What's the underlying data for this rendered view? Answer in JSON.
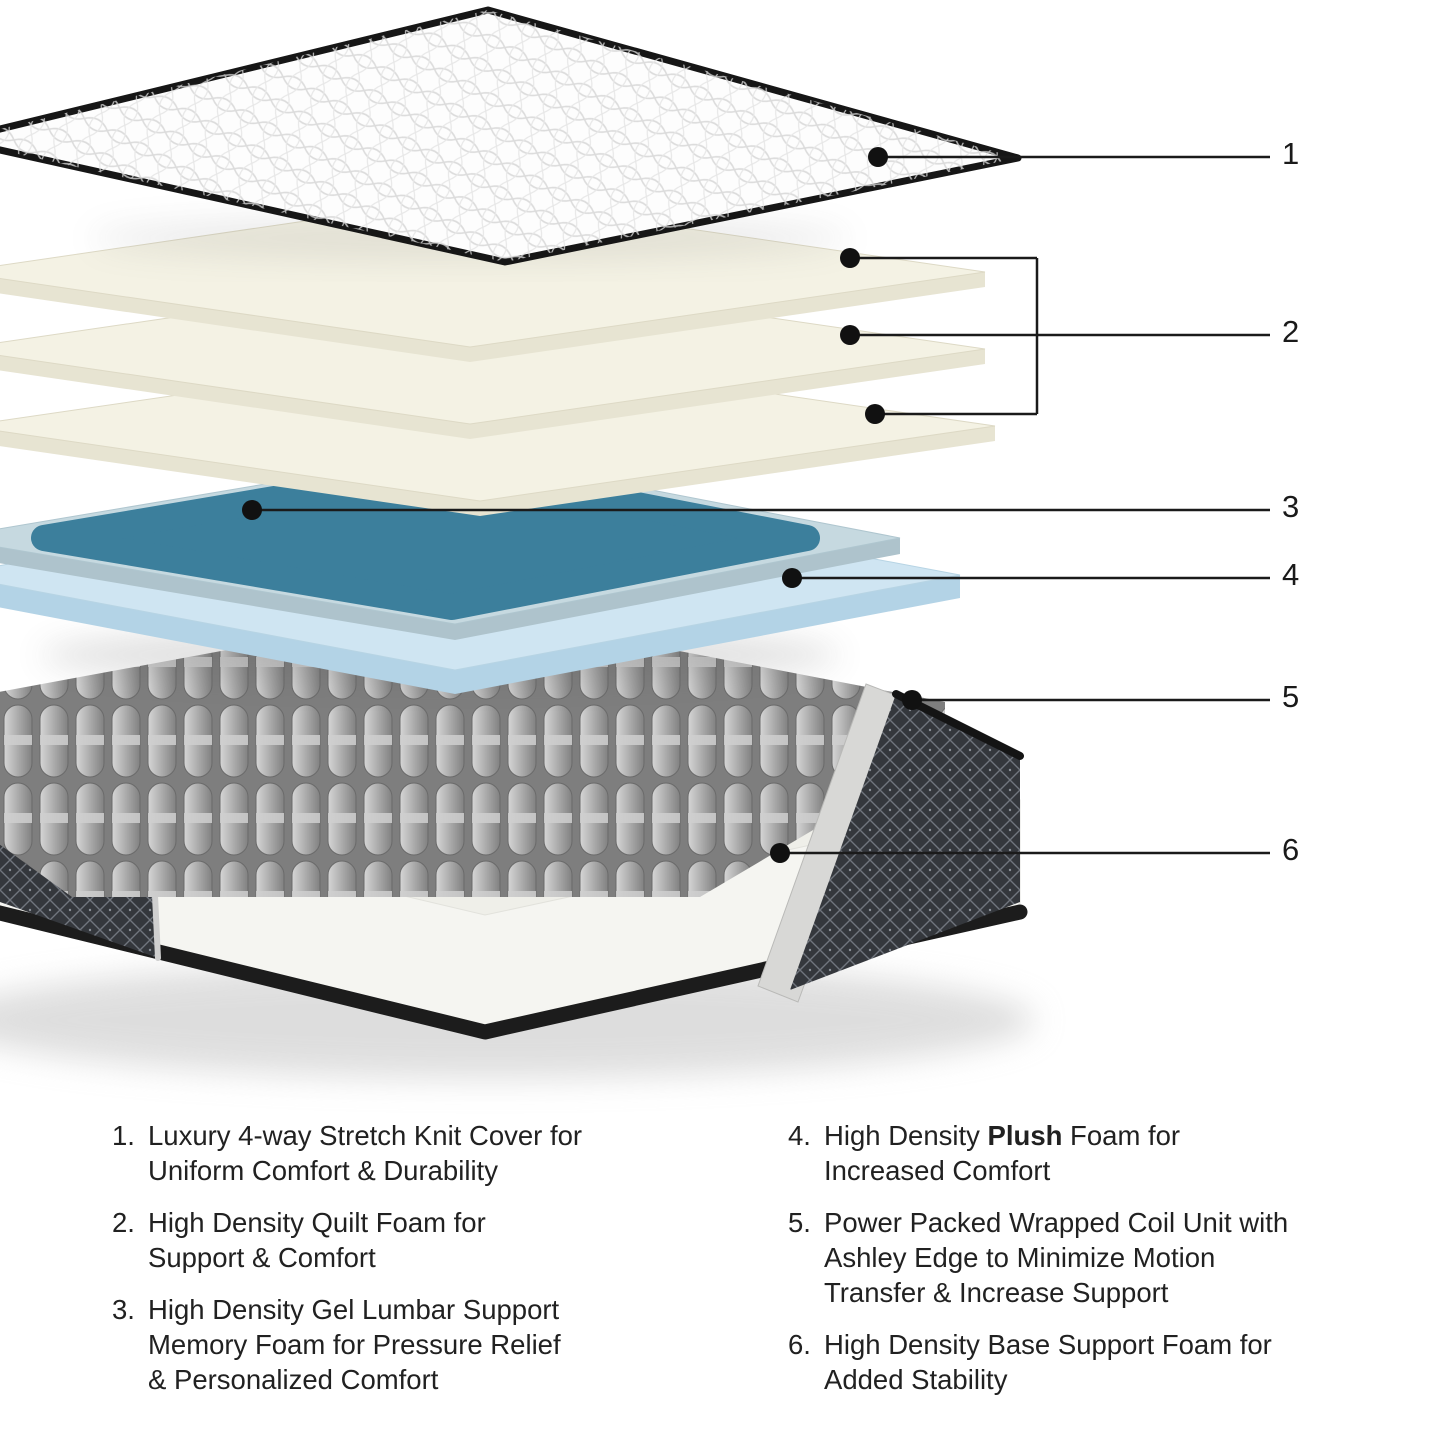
{
  "figure": {
    "callout_numbers": [
      "1",
      "2",
      "3",
      "4",
      "5",
      "6"
    ],
    "colors": {
      "knit_cover": "#fdfdfd",
      "cover_binding": "#161616",
      "quilt_foam": "#f4f2e4",
      "gel_lumbar": "#3c7f9c",
      "plush_foam": "#cfe5f2",
      "coil_gray": "#ababab",
      "base_foam": "#f5f5f1",
      "side_panel": "#34373c"
    },
    "layer_icons": [
      "knit-cover-layer",
      "quilt-foam-layers",
      "gel-lumbar-layer",
      "plush-foam-layer",
      "coil-unit-layer",
      "base-foam-layer"
    ]
  },
  "legend": {
    "left": [
      {
        "num": "1.",
        "text": "Luxury 4-way Stretch Knit Cover for\nUniform Comfort & Durability"
      },
      {
        "num": "2.",
        "text": "High Density Quilt Foam for\nSupport & Comfort"
      },
      {
        "num": "3.",
        "text": "High Density Gel Lumbar Support\nMemory Foam for Pressure Relief\n& Personalized Comfort"
      }
    ],
    "right": [
      {
        "num": "4.",
        "prefix": "High Density ",
        "bold": "Plush",
        "suffix": " Foam for\nIncreased Comfort"
      },
      {
        "num": "5.",
        "text": "Power Packed Wrapped Coil Unit with\nAshley Edge to Minimize Motion\nTransfer & Increase Support"
      },
      {
        "num": "6.",
        "text": "High Density Base Support Foam for\nAdded Stability"
      }
    ]
  }
}
